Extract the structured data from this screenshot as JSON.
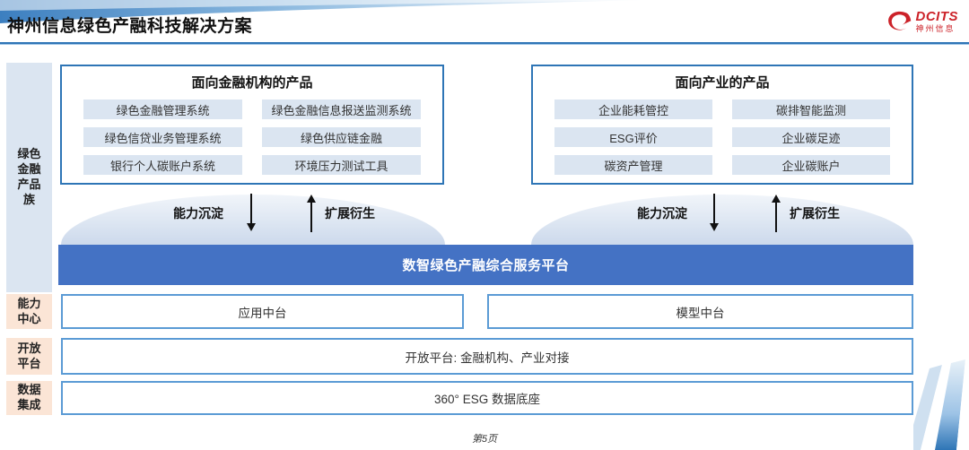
{
  "header": {
    "title": "神州信息绿色产融科技解决方案",
    "logo_brand": "DCITS",
    "logo_cn": "神州信息"
  },
  "sidebar": {
    "family_label": "绿色\n金融\n产品\n族",
    "capability_label": "能力\n中心",
    "open_label": "开放\n平台",
    "data_label": "数据\n集成"
  },
  "finance_group": {
    "title": "面向金融机构的产品",
    "items": [
      "绿色金融管理系统",
      "绿色金融信息报送监测系统",
      "绿色信贷业务管理系统",
      "绿色供应链金融",
      "银行个人碳账户系统",
      "环境压力测试工具"
    ]
  },
  "industry_group": {
    "title": "面向产业的产品",
    "items": [
      "企业能耗管控",
      "碳排智能监测",
      "ESG评价",
      "企业碳足迹",
      "碳资产管理",
      "企业碳账户"
    ]
  },
  "arrows": {
    "down_label": "能力沉淀",
    "up_label": "扩展衍生"
  },
  "platform_banner": "数智绿色产融综合服务平台",
  "capability_row": [
    "应用中台",
    "模型中台"
  ],
  "open_platform_row": "开放平台: 金融机构、产业对接",
  "data_row": "360° ESG 数据底座",
  "footer": {
    "page": "第5页"
  },
  "colors": {
    "accent_blue": "#2e75b6",
    "banner_blue": "#4472c4",
    "item_bg": "#dbe5f1",
    "sidebar_peach": "#fbe5d6",
    "border_light_blue": "#5b9bd5",
    "logo_red": "#cc2229"
  }
}
